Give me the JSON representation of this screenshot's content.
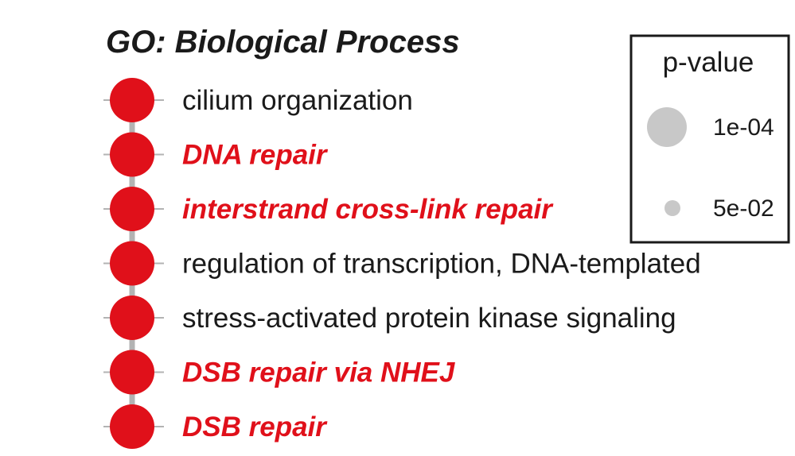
{
  "chart_data": {
    "type": "scatter",
    "title": "GO: Biological Process",
    "colors": {
      "point": "#e0101a",
      "highlight_text": "#e0101a",
      "normal_text": "#1a1a1a",
      "stem": "#b3b3b3",
      "legend_point": "#c8c8c8"
    },
    "terms": [
      {
        "label": "cilium organization",
        "highlight": false,
        "p_value": 0.0001
      },
      {
        "label": "DNA repair",
        "highlight": true,
        "p_value": 0.0001
      },
      {
        "label": "interstrand cross-link repair",
        "highlight": true,
        "p_value": 0.0001
      },
      {
        "label": "regulation of transcription, DNA-templated",
        "highlight": false,
        "p_value": 0.0001
      },
      {
        "label": "stress-activated protein kinase signaling",
        "highlight": false,
        "p_value": 0.0001
      },
      {
        "label": "DSB repair via NHEJ",
        "highlight": true,
        "p_value": 0.0001
      },
      {
        "label": "DSB repair",
        "highlight": true,
        "p_value": 0.0001
      }
    ],
    "legend": {
      "title": "p-value",
      "entries": [
        {
          "label": "1e-04",
          "value": 0.0001
        },
        {
          "label": "5e-02",
          "value": 0.05
        }
      ]
    }
  }
}
